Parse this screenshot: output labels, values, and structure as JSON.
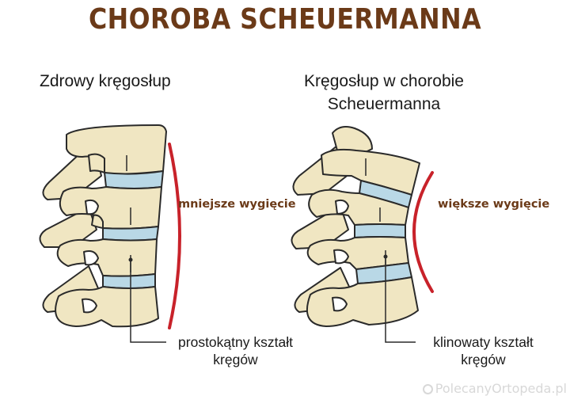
{
  "title": "CHOROBA SCHEUERMANNA",
  "left": {
    "caption": "Zdrowy kręgosłup",
    "curve_label": "mniejsze wygięcie",
    "shape_label_line1": "prostokątny kształt",
    "shape_label_line2": "kręgów"
  },
  "right": {
    "caption_line1": "Kręgosłup w chorobie",
    "caption_line2": "Scheuermanna",
    "curve_label": "większe wygięcie",
    "shape_label_line1": "klinowaty kształt",
    "shape_label_line2": "kręgów"
  },
  "watermark": "PolecanyOrtopeda.pl",
  "colors": {
    "title": "#6b3a18",
    "bone_fill": "#f0e6c2",
    "bone_outline": "#2a2a2a",
    "disc_fill": "#b9d8e6",
    "curve": "#c8222a",
    "curve_label": "#6b3a18"
  }
}
